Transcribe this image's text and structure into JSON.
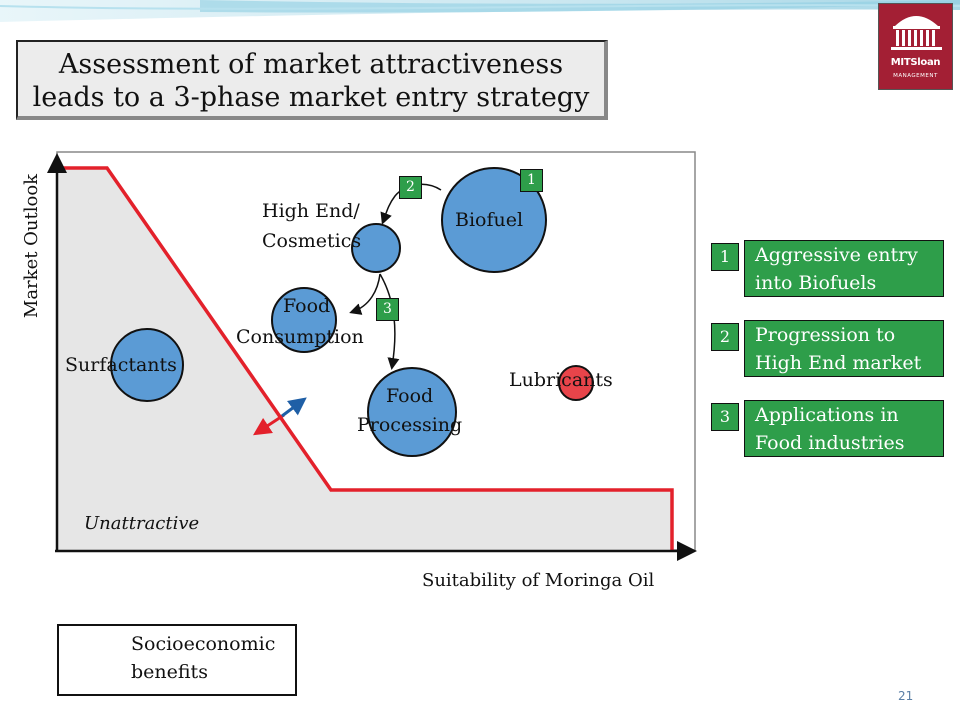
{
  "title": {
    "line1": "Assessment of market attractiveness",
    "line2": "leads to a 3-phase market entry strategy"
  },
  "logo": {
    "text1": "MITSloan",
    "text2": "MANAGEMENT",
    "color": "#a31f34"
  },
  "axes": {
    "y_label": "Market Outlook",
    "x_label": "Suitability of Moringa Oil"
  },
  "region_label": "Unattractive",
  "markets": {
    "biofuel": "Biofuel",
    "high_end_line1": "High End/",
    "high_end_line2": "Cosmetics",
    "food_consumption_line1": "Food",
    "food_consumption_line2": "Consumption",
    "food_processing_line1": "Food",
    "food_processing_line2": "Processing",
    "surfactants": "Surfactants",
    "lubricants": "Lubricants"
  },
  "badges": [
    "1",
    "2",
    "3"
  ],
  "phases": [
    {
      "num": "1",
      "line1": "Aggressive entry",
      "line2": "into Biofuels"
    },
    {
      "num": "2",
      "line1": "Progression to",
      "line2": "High End market"
    },
    {
      "num": "3",
      "line1": "Applications in",
      "line2": "Food industries"
    }
  ],
  "legend": {
    "line1": "Socioeconomic",
    "line2": "benefits"
  },
  "page_number": "21",
  "colors": {
    "bubble_blue": "#5b9bd5",
    "bubble_red": "#e8444a",
    "boundary_red": "#e3212b",
    "green": "#2e9e4a",
    "arrow_blue": "#1f5fa6"
  }
}
